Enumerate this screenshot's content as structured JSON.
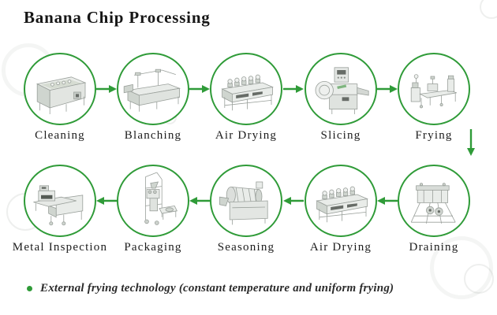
{
  "title": "Banana Chip Processing",
  "flow": {
    "top_row": {
      "direction": "left-to-right",
      "steps": [
        {
          "label": "Cleaning",
          "icon": "cleaning-machine"
        },
        {
          "label": "Blanching",
          "icon": "blanching-machine"
        },
        {
          "label": "Air Drying",
          "icon": "air-drying-machine"
        },
        {
          "label": "Slicing",
          "icon": "slicing-machine"
        },
        {
          "label": "Frying",
          "icon": "frying-machine"
        }
      ]
    },
    "bottom_row": {
      "direction": "right-to-left",
      "steps": [
        {
          "label": "Metal Inspection",
          "icon": "metal-inspection-machine"
        },
        {
          "label": "Packaging",
          "icon": "packaging-machine"
        },
        {
          "label": "Seasoning",
          "icon": "seasoning-machine"
        },
        {
          "label": "Air Drying",
          "icon": "air-drying-machine"
        },
        {
          "label": "Draining",
          "icon": "draining-machine"
        }
      ]
    }
  },
  "note": {
    "text": "External frying technology (constant temperature and uniform frying)"
  },
  "colors": {
    "accent_green": "#2f9b38",
    "title_text": "#161616",
    "label_text": "#1c1c1c",
    "note_text": "#2b2b2b"
  }
}
